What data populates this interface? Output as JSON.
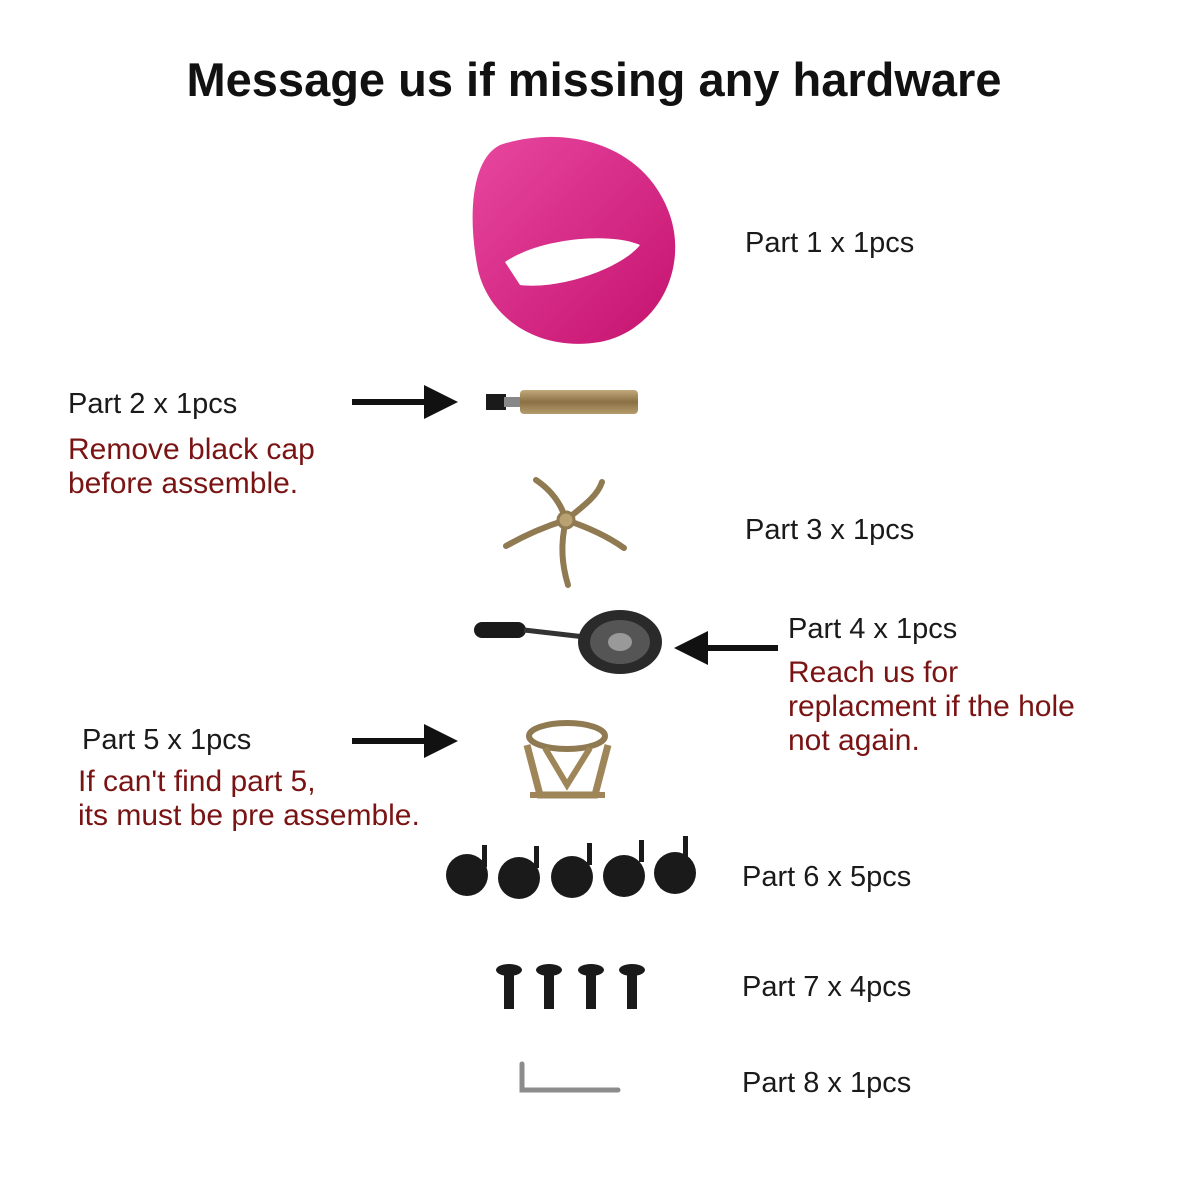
{
  "header": {
    "title": "Message us if missing any hardware"
  },
  "parts": {
    "p1": {
      "label": "Part 1 x 1pcs"
    },
    "p2": {
      "label": "Part 2 x 1pcs",
      "note": [
        "Remove black cap",
        "before assemble."
      ]
    },
    "p3": {
      "label": "Part 3 x 1pcs"
    },
    "p4": {
      "label": "Part 4 x 1pcs",
      "note": [
        "Reach us for",
        "replacment if the hole",
        "not again."
      ]
    },
    "p5": {
      "label": "Part 5 x 1pcs",
      "note": [
        "If can't find part 5,",
        "its must be pre assemble."
      ]
    },
    "p6": {
      "label": "Part 6 x 5pcs"
    },
    "p7": {
      "label": "Part 7 x 4pcs"
    },
    "p8": {
      "label": "Part 8 x 1pcs"
    }
  },
  "colors": {
    "seat": "#d81b86",
    "note_text": "#7a1414",
    "metal": "#9a8257",
    "black": "#1a1a1a"
  },
  "icons": {
    "seat": "seat-shell-icon",
    "gas_lift": "gas-lift-cylinder-icon",
    "base": "star-base-icon",
    "mechanism": "tilt-mechanism-icon",
    "cover": "cylinder-cover-ring-icon",
    "caster": "caster-wheel-icon",
    "screw": "screw-icon",
    "wrench": "allen-key-icon",
    "arrow": "arrow-right-icon"
  }
}
